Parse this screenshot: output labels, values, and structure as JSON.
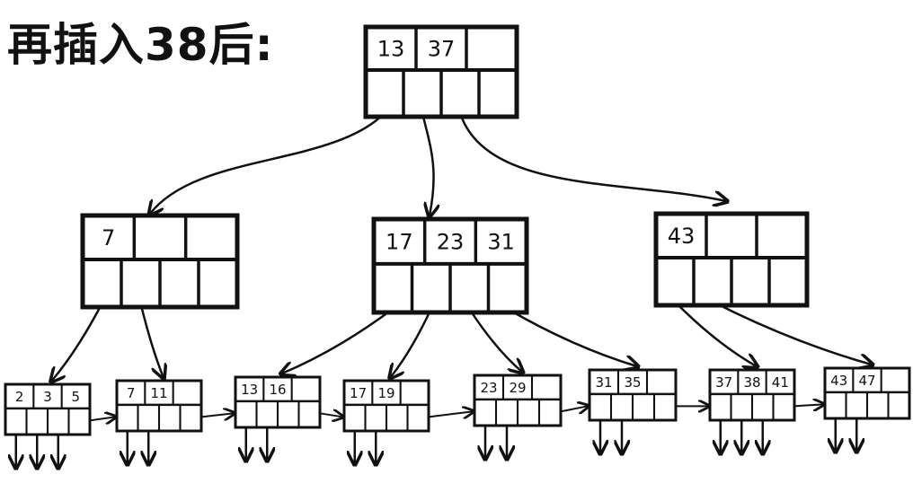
{
  "caption": "再插入38后:",
  "root": {
    "keys": [
      "13",
      "37",
      ""
    ]
  },
  "internal": [
    {
      "keys": [
        "7",
        "",
        ""
      ]
    },
    {
      "keys": [
        "17",
        "23",
        "31"
      ]
    },
    {
      "keys": [
        "43",
        "",
        ""
      ]
    }
  ],
  "leaves": [
    {
      "keys": [
        "2",
        "3",
        "5"
      ]
    },
    {
      "keys": [
        "7",
        "11",
        ""
      ]
    },
    {
      "keys": [
        "13",
        "16",
        ""
      ]
    },
    {
      "keys": [
        "17",
        "19",
        ""
      ]
    },
    {
      "keys": [
        "23",
        "29",
        ""
      ]
    },
    {
      "keys": [
        "31",
        "35",
        ""
      ]
    },
    {
      "keys": [
        "37",
        "38",
        "41"
      ]
    },
    {
      "keys": [
        "43",
        "47",
        ""
      ]
    }
  ]
}
